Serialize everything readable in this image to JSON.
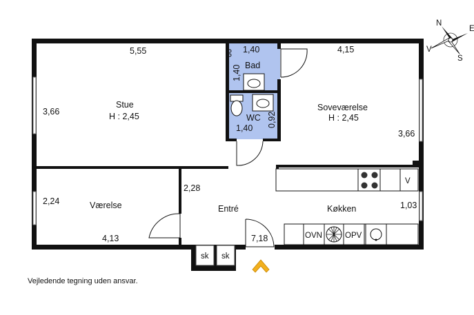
{
  "rooms": {
    "stue": {
      "name": "Stue",
      "height": "H : 2,45",
      "width_dim": "5,55",
      "depth_dim": "3,66"
    },
    "bad": {
      "name": "Bad",
      "width_dim": "1,40",
      "depth_dim": "1,40"
    },
    "wc": {
      "name": "WC",
      "width_dim": "1,40",
      "depth_dim": "0,92"
    },
    "sovevaerelse": {
      "name": "Soveværelse",
      "height": "H : 2,45",
      "width_dim": "4,15",
      "depth_dim": "3,66"
    },
    "vaerelse": {
      "name": "Værelse",
      "width_dim": "4,13",
      "depth_dim": "2,24"
    },
    "entre": {
      "name": "Entré",
      "width_dim": "2,28",
      "depth_dim": "7,18"
    },
    "koekken": {
      "name": "Køkken",
      "depth_dim": "1,03"
    }
  },
  "fixtures": {
    "oven": "OVN",
    "dishwasher": "OPV",
    "fridge": "V",
    "closet_1": "sk",
    "closet_2": "sk"
  },
  "compass": {
    "n": "N",
    "s": "S",
    "e": "E",
    "w": "V"
  },
  "entrance_marker": "entrance-arrow-icon",
  "colors": {
    "bathroom": "#b0c4ef",
    "walls": "#111111",
    "entrance_arrow": "#f2b01e"
  },
  "disclaimer": "Vejledende tegning uden ansvar."
}
